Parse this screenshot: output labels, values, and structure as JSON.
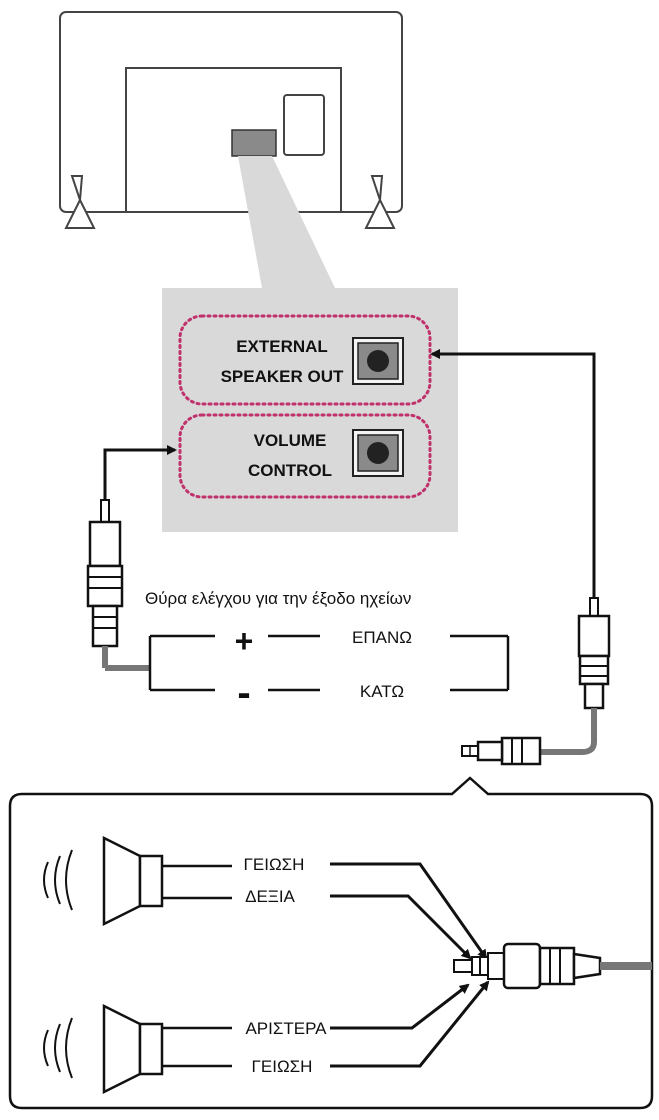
{
  "ports": {
    "external_speaker_out": [
      "EXTERNAL",
      "SPEAKER OUT"
    ],
    "volume_control": [
      "VOLUME",
      "CONTROL"
    ]
  },
  "volume_port": {
    "title": "Θύρα ελέγχου για την έξοδο ηχείων",
    "up_symbol": "+",
    "up_label": "ΕΠΑΝΩ",
    "down_symbol": "-",
    "down_label": "ΚΑΤΩ"
  },
  "wiring": {
    "ground_top": "ΓΕΙΩΣΗ",
    "right": "ΔΕΞΙΑ",
    "left": "ΑΡΙΣΤΕΡΑ",
    "ground_bottom": "ΓΕΙΩΣΗ"
  },
  "colors": {
    "line": "#111111",
    "panel": "#d9d9d9",
    "highlight": "#c0306a",
    "port_fill": "#8a8a8a"
  }
}
